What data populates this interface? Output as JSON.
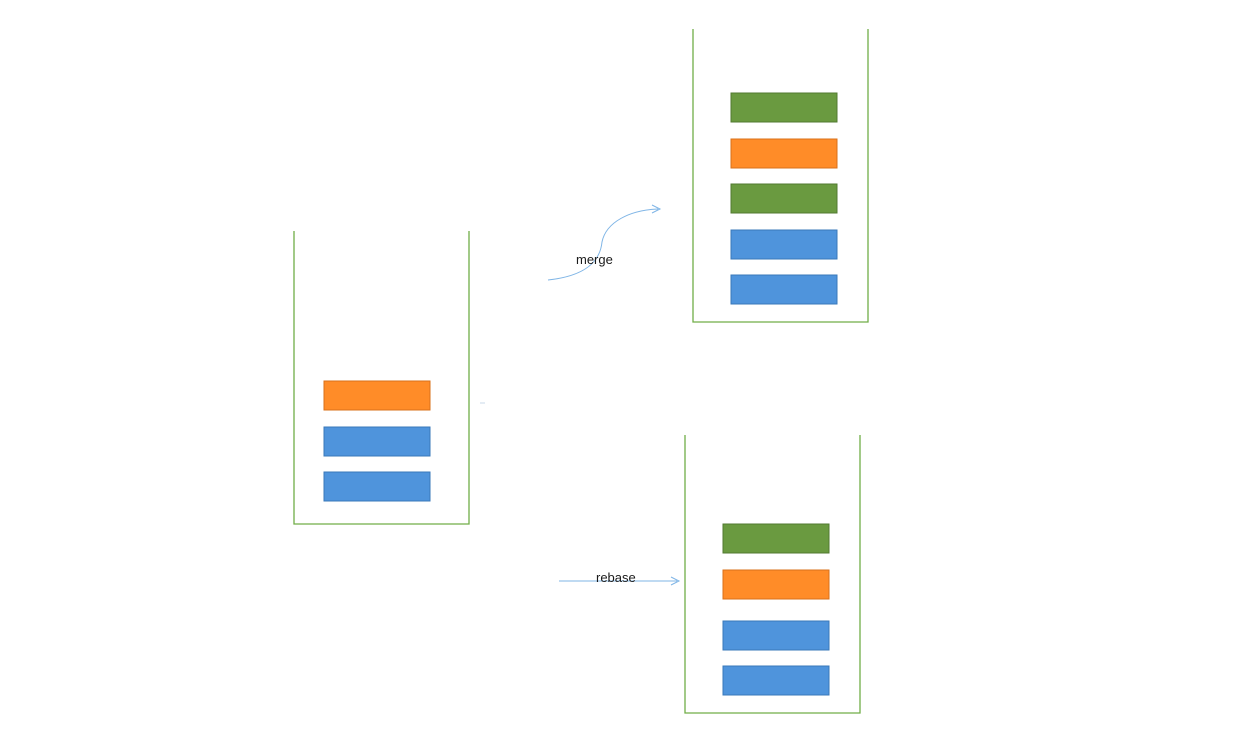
{
  "colors": {
    "container_border": "#70ad47",
    "commit_green": "#6a9a40",
    "commit_orange": "#ff8c28",
    "commit_blue": "#4f94dc",
    "arrow": "#7fb5e6"
  },
  "containers": {
    "source": {
      "commits": [
        "orange",
        "blue",
        "blue"
      ]
    },
    "merge_result": {
      "commits": [
        "green",
        "orange",
        "green",
        "blue",
        "blue"
      ]
    },
    "rebase_result": {
      "commits": [
        "green",
        "orange",
        "blue",
        "blue"
      ]
    }
  },
  "arrows": {
    "merge": {
      "label": "merge"
    },
    "rebase": {
      "label": "rebase"
    }
  }
}
